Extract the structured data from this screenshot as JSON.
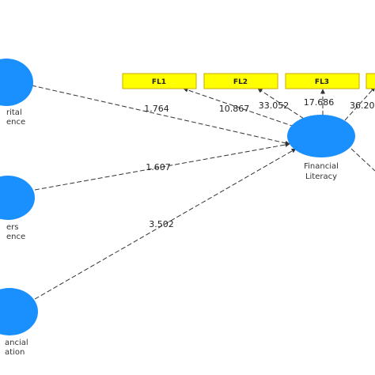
{
  "colors": {
    "node_fill": "#1a90ff",
    "indicator_fill": "#ffff00",
    "indicator_stroke": "#c8a800",
    "edge": "#333333"
  },
  "nodes": {
    "parental": {
      "line1": "rital",
      "line2": "ence"
    },
    "peers": {
      "line1": "ers",
      "line2": "ence"
    },
    "education": {
      "line1": "ancial",
      "line2": "ation"
    },
    "literacy": {
      "line1": "Financial",
      "line2": "Literacy"
    }
  },
  "indicators": [
    "FL1",
    "FL2",
    "FL3"
  ],
  "path_coefficients": {
    "parental_to_literacy": "1.764",
    "peers_to_literacy": "1.607",
    "education_to_literacy": "3.502"
  },
  "loadings": {
    "fl1": "10.867",
    "fl2": "33.052",
    "fl3": "17.686",
    "fl4": "36.20"
  }
}
